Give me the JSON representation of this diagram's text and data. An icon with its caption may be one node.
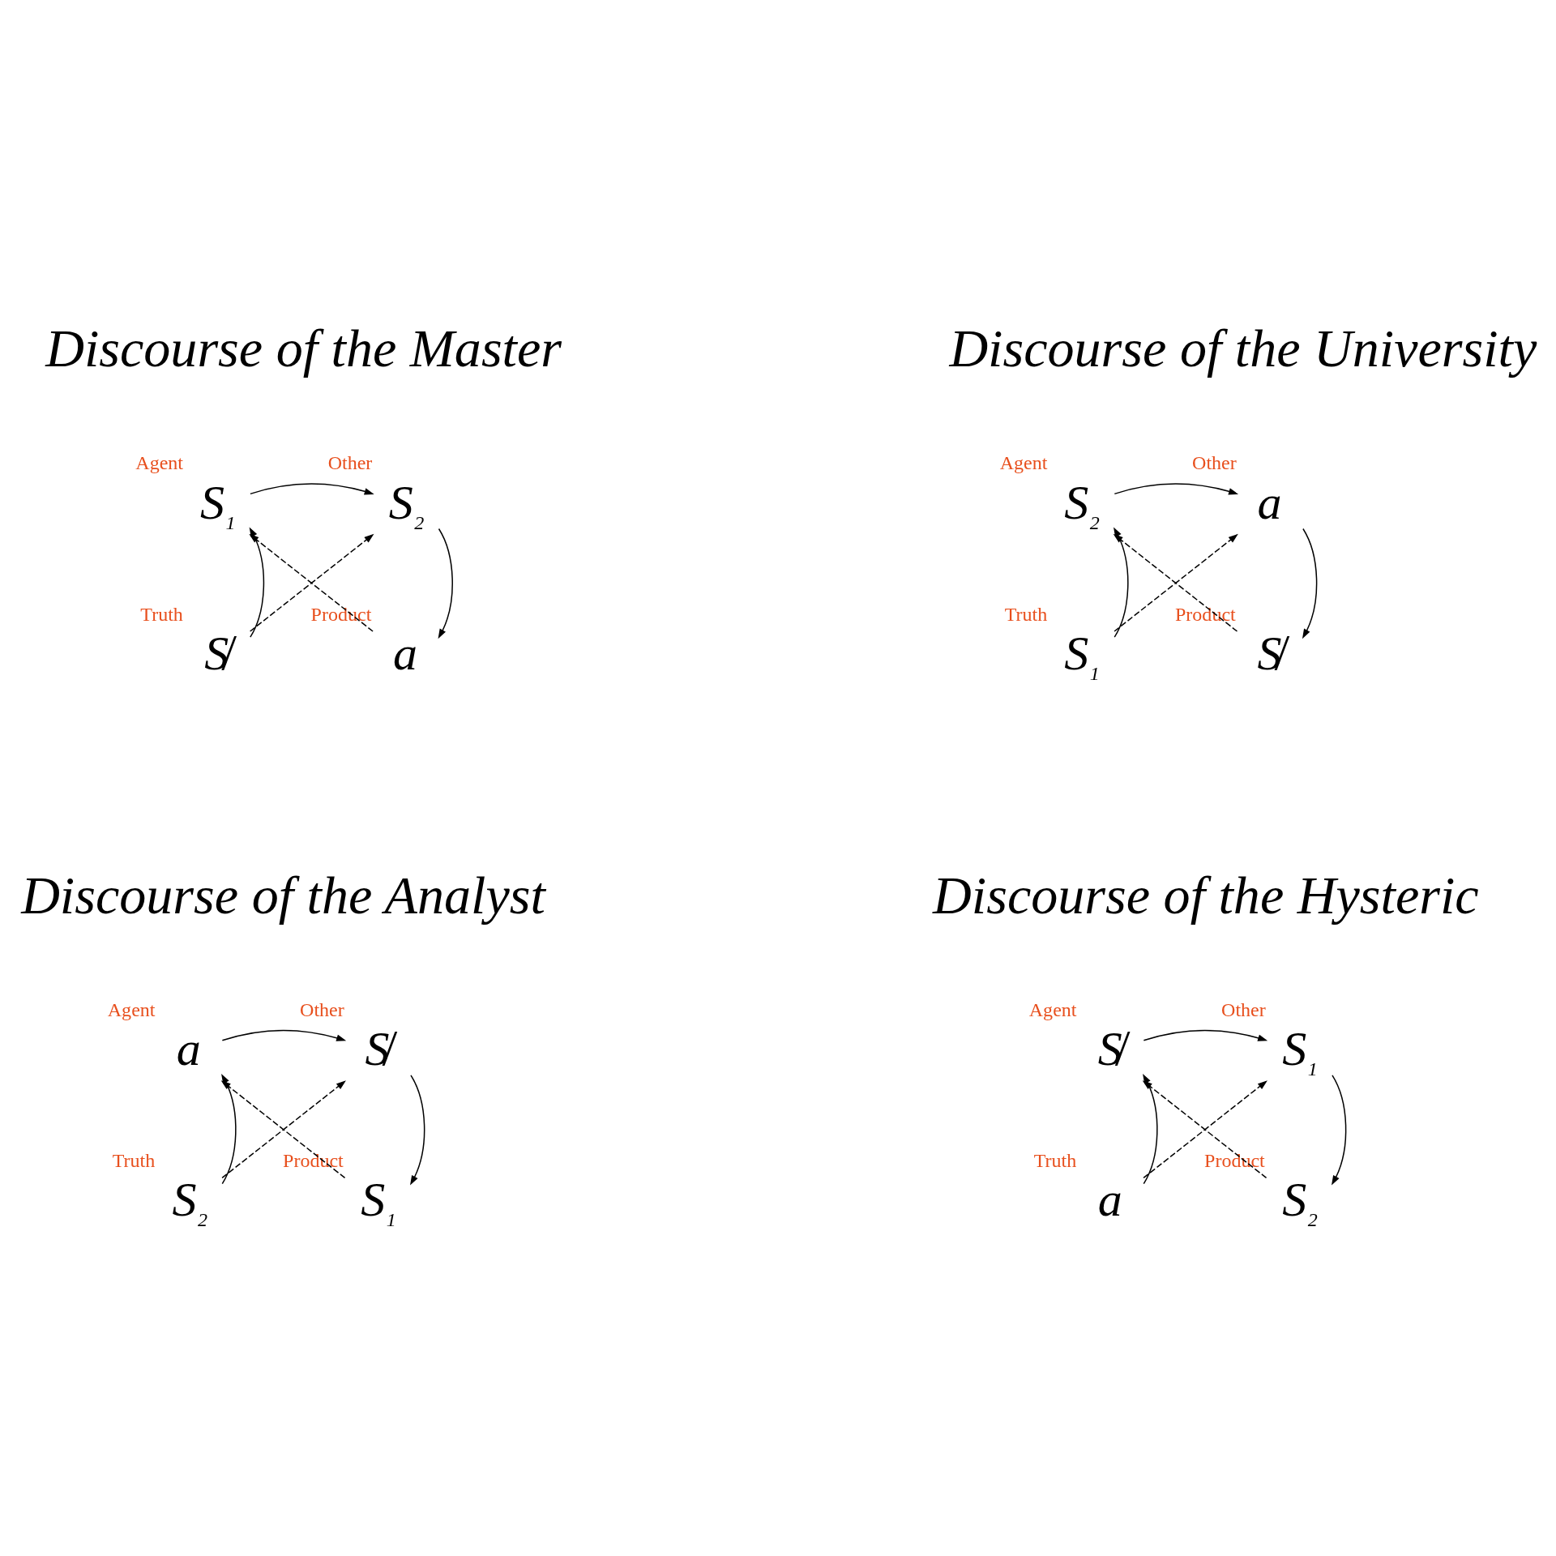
{
  "diagram": {
    "nodes": [
      {
        "text": [
          "S$_{1}$"
        ],
        "beside": [
          "Agent"
        ]
      },
      {
        "text": [
          "S$_{2}$"
        ],
        "beside": [
          "Other"
        ]
      },
      {
        "text": [
          "S̸"
        ],
        "beside": [
          "Truth"
        ]
      },
      {
        "text": [
          "a"
        ],
        "beside": [
          "Product"
        ]
      },
      {
        "text": [
          "S$_{2}$"
        ],
        "beside": [
          "Agent"
        ]
      },
      {
        "text": [
          "a"
        ],
        "beside": [
          "Other"
        ]
      },
      {
        "text": [
          "S$_{1}$"
        ],
        "beside": [
          "Truth"
        ]
      },
      {
        "text": [
          "S̸"
        ],
        "beside": [
          "Product"
        ]
      },
      {
        "text": [
          "a"
        ],
        "beside": [
          "Agent"
        ]
      },
      {
        "text": [
          "S̸"
        ],
        "beside": [
          "Other"
        ]
      },
      {
        "text": [
          "S$_{2}$"
        ],
        "beside": [
          "Truth"
        ]
      },
      {
        "text": [
          "S$_{1}$"
        ],
        "beside": [
          "Product"
        ]
      },
      {
        "text": [
          "S̸"
        ],
        "beside": [
          "Agent"
        ]
      },
      {
        "text": [
          "S$_{1}$"
        ],
        "beside": [
          "Other"
        ]
      },
      {
        "text": [
          "a"
        ],
        "beside": [
          "Truth"
        ]
      },
      {
        "text": [
          "S$_{2}$"
        ],
        "beside": [
          "Product"
        ]
      }
    ],
    "edges": [
      {
        "from": 0,
        "to": 1,
        "arrow": "to"
      },
      {
        "from": 2,
        "to": 0,
        "arrow": "to"
      },
      {
        "from": 1,
        "to": 3,
        "arrow": "to"
      },
      {
        "from": 2,
        "to": 1,
        "arrow": "to",
        "style": "dashed"
      },
      {
        "from": 3,
        "to": 0,
        "arrow": "to",
        "style": "dashed"
      },
      {
        "from": 4,
        "to": 5,
        "arrow": "to"
      },
      {
        "from": 6,
        "to": 4,
        "arrow": "to"
      },
      {
        "from": 5,
        "to": 7,
        "arrow": "to"
      },
      {
        "from": 6,
        "to": 5,
        "arrow": "to",
        "style": "dashed"
      },
      {
        "from": 7,
        "to": 4,
        "arrow": "to",
        "style": "dashed"
      },
      {
        "from": 8,
        "to": 9,
        "arrow": "to"
      },
      {
        "from": 10,
        "to": 8,
        "arrow": "to"
      },
      {
        "from": 9,
        "to": 11,
        "arrow": "to"
      },
      {
        "from": 10,
        "to": 9,
        "arrow": "to",
        "style": "dashed"
      },
      {
        "from": 11,
        "to": 8,
        "arrow": "to",
        "style": "dashed"
      },
      {
        "from": 12,
        "to": 13,
        "arrow": "to"
      },
      {
        "from": 14,
        "to": 12,
        "arrow": "to"
      },
      {
        "from": 13,
        "to": 15,
        "arrow": "to"
      },
      {
        "from": 14,
        "to": 13,
        "arrow": "to",
        "style": "dashed"
      },
      {
        "from": 15,
        "to": 12,
        "arrow": "to",
        "style": "dashed"
      }
    ],
    "labels": [
      "Discourse of the Master",
      "Discourse of the University",
      "Discourse of the Analyst",
      "Discourse of the Hysteric"
    ]
  }
}
